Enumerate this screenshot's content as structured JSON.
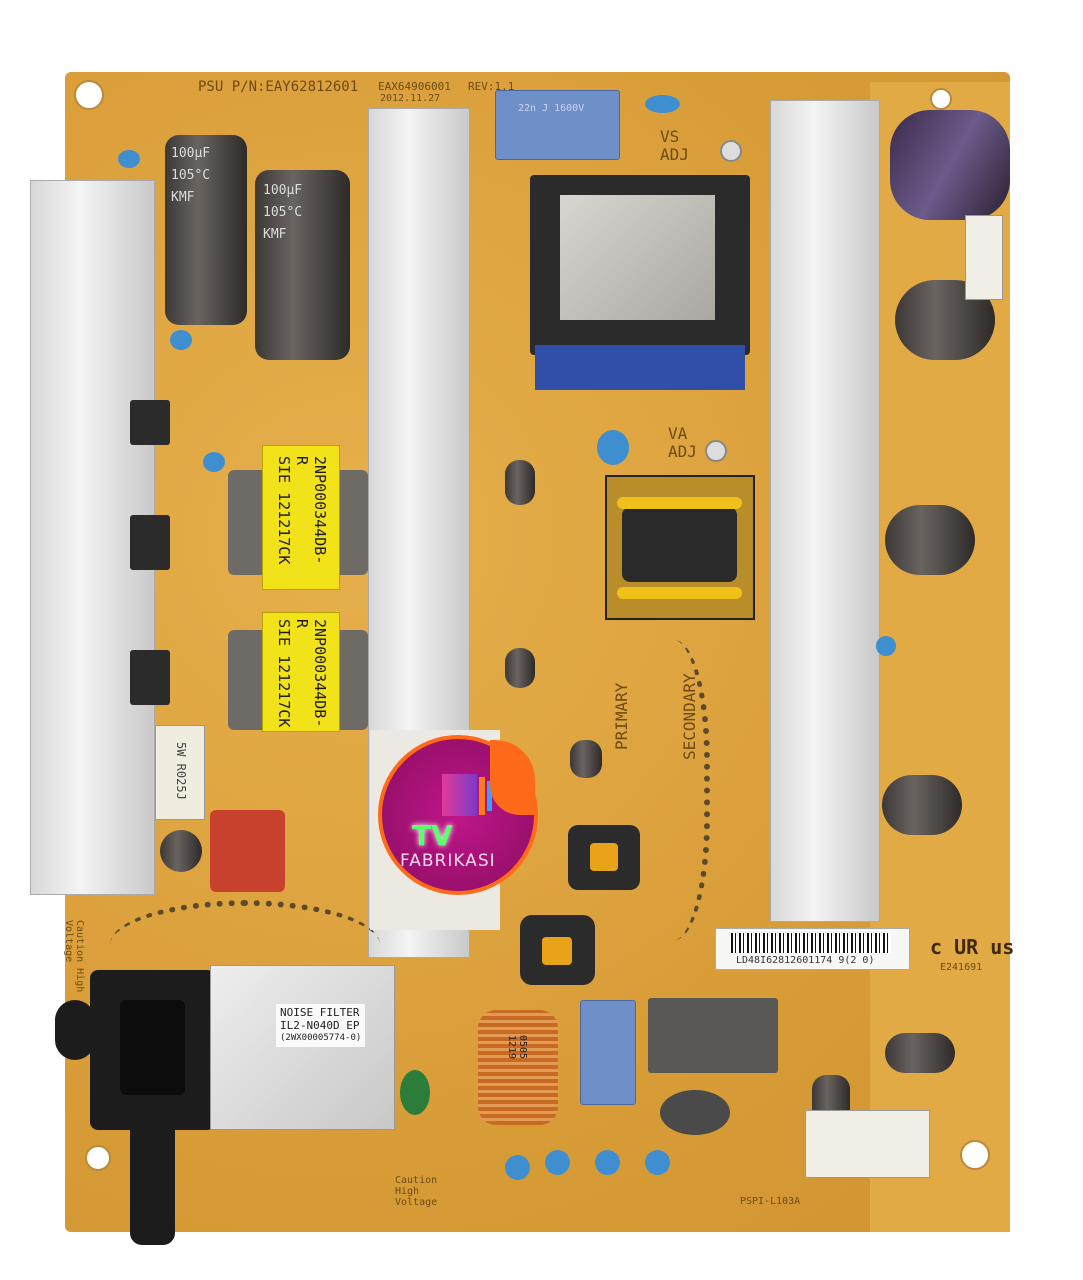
{
  "board": {
    "part_number": "PSU P/N:EAY62812601",
    "assembly_number": "EAX64906001",
    "revision": "REV:1.1",
    "date_code": "2012.11.27",
    "vs_adjust": "VS ADJ",
    "va_adjust": "VA ADJ",
    "primary_label": "PRIMARY",
    "secondary_label": "SECONDARY",
    "model_code": "PSPI-L103A",
    "caution_left": "Caution High Voltage",
    "caution_bottom": "Caution High Voltage",
    "certification": "c UR us",
    "cert_number": "E241691"
  },
  "components": {
    "capacitor_labels": [
      "100µF",
      "105°C",
      "KMF",
      "100µF",
      "105°C",
      "KMF"
    ],
    "transformer_1": {
      "line1": "2NP000344DB-R",
      "line2": "SIE  121217CK"
    },
    "transformer_2": {
      "line1": "2NP000344DB-R",
      "line2": "SIE  121217CK"
    },
    "noise_filter": {
      "line1": "NOISE FILTER",
      "line2": "IL2-N040D EP",
      "line3": "(2WX00005774-0)"
    },
    "resistor_label": "5W R025J",
    "blue_cap_label": "22n J 1600V",
    "choke_label": "0505 1219"
  },
  "barcode": {
    "text": "LD48I62812601174 9(2 0)"
  },
  "watermark": {
    "line1": "TV",
    "line2": "FABRIKASI"
  },
  "colors": {
    "pcb": "#dea542",
    "heatsink": "#e4e4e4",
    "logo": "#b0157a",
    "logo_border": "#ff6a1a",
    "logo_tv": "#4dff6a"
  }
}
